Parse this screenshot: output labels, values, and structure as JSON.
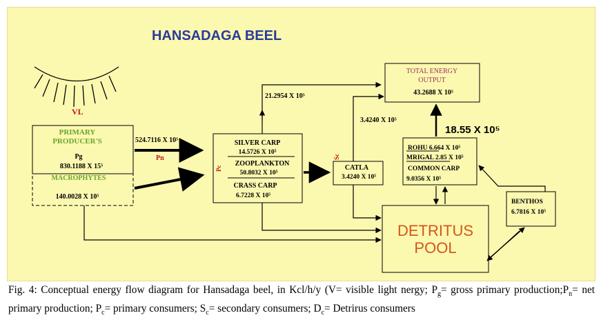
{
  "title": "HANSADAGA BEEL",
  "vl_label": "VL",
  "primary": {
    "heading_line1": "PRIMARY",
    "heading_line2": "PRODUCER'S",
    "pg_label": "Pg",
    "pg_value": "830.1188 X 15⁵",
    "macrophytes_label": "MACROPHYTES",
    "macrophytes_value": "140.0028 X 10⁵"
  },
  "flows": {
    "pn_value": "524.7116 X 10⁵",
    "pn_label": "Pn",
    "up_value": "21.2954 X 10⁵",
    "catla_to_output": "3.4240 X 10⁵",
    "big_value": "18.55 X 10⁵",
    "pc_label": "Pc",
    "sc_label": "Sc"
  },
  "consumers": {
    "silver_carp": "SILVER CARP",
    "silver_carp_value": "14.5726 X 10⁵",
    "zooplankton": "ZOOPLANKTON",
    "zooplankton_value": "50.8032 X 10⁵",
    "grass_carp": "CRASS CARP",
    "grass_carp_value": "6.7228 X 10⁵"
  },
  "catla": {
    "label": "CATLA",
    "value": "3.4240 X 10⁵"
  },
  "output": {
    "line1": "TOTAL ENERGY",
    "line2": "OUTPUT",
    "value": "43.2688 X 10⁵"
  },
  "major_carps": {
    "rohu": "ROHU  6.664 X 10⁵",
    "mrigal": "MRIGAL 2.85 X 10⁵",
    "common_carp": "COMMON CARP",
    "value": "9.0356 X 10⁵"
  },
  "benthos": {
    "label": "BENTHOS",
    "value": "6.7816 X 10⁵"
  },
  "detritus": {
    "line1": "DETRITUS",
    "line2": "POOL"
  },
  "caption": {
    "part1": "Fig. 4: Conceptual energy flow diagram for Hansadaga beel, in Kcl/h/y (V= visible light nergy;     P",
    "sub_g": "g",
    "part2": "= gross primary production;P",
    "sub_n": "n",
    "part3": "= net primary production; P",
    "sub_c": "c",
    "part4": "= primary consumers; S",
    "sub_c2": "c",
    "part5": "= secondary consumers; D",
    "sub_c3": "c",
    "part6": "= Detrirus consumers"
  },
  "colors": {
    "background": "#fbf8b0",
    "title": "#2a3a9a",
    "green": "#6aa52a",
    "red": "#c0141c",
    "purple": "#a0306a",
    "detritus": "#d4561a"
  }
}
